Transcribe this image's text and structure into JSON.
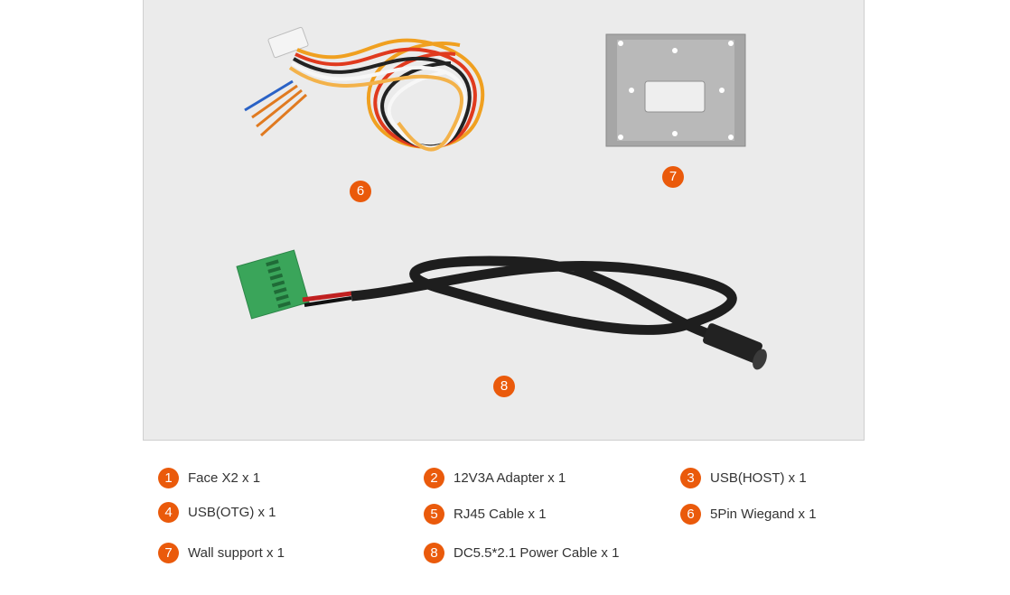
{
  "accent_color": "#ea5a0b",
  "photo": {
    "items": [
      {
        "name": "wiegand-cable",
        "badge": "6"
      },
      {
        "name": "wall-support-bracket",
        "badge": "7"
      },
      {
        "name": "power-cable",
        "badge": "8"
      }
    ]
  },
  "legend": {
    "items": [
      {
        "num": "1",
        "label": "Face X2 x 1"
      },
      {
        "num": "2",
        "label": "12V3A Adapter x 1"
      },
      {
        "num": "3",
        "label": "USB(HOST) x 1"
      },
      {
        "num": "4",
        "label": "USB(OTG) x 1"
      },
      {
        "num": "5",
        "label": "RJ45 Cable x 1"
      },
      {
        "num": "6",
        "label": "5Pin Wiegand x 1"
      },
      {
        "num": "7",
        "label": "Wall support x 1"
      },
      {
        "num": "8",
        "label": "DC5.5*2.1 Power Cable x 1"
      }
    ]
  }
}
